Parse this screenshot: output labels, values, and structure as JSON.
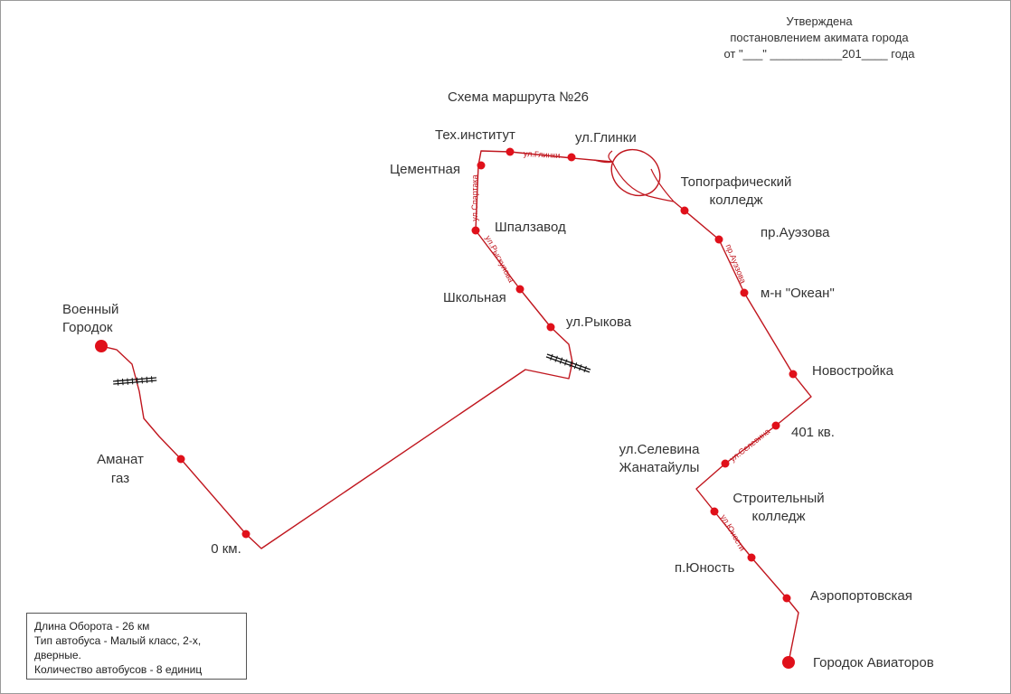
{
  "approval": {
    "line1": "Утверждена",
    "line2": "постановлением акимата города",
    "line3": "от  \"___\" ___________201____ года"
  },
  "title": "Схема маршрута №26",
  "info": {
    "length": "Длина Оборота - 26 км",
    "bus_type_1": "Тип автобуса - Малый класс, 2-х,",
    "bus_type_2": "дверные.",
    "bus_count": "Количество автобусов - 8 единиц"
  },
  "stops": [
    {
      "id": "voenny-gorodok",
      "label": [
        "Военный",
        "Городок"
      ],
      "terminal": true
    },
    {
      "id": "amanat-gaz",
      "label": [
        "Аманат",
        "газ"
      ]
    },
    {
      "id": "zero-km",
      "label": [
        "0 км."
      ]
    },
    {
      "id": "ul-rykova",
      "label": [
        "ул.Рыкова"
      ]
    },
    {
      "id": "shkolnaya",
      "label": [
        "Школьная"
      ]
    },
    {
      "id": "shpalzavod",
      "label": [
        "Шпалзавод"
      ]
    },
    {
      "id": "cementnaya",
      "label": [
        "Цементная"
      ]
    },
    {
      "id": "tekh-institut",
      "label": [
        "Тех.институт"
      ]
    },
    {
      "id": "ul-glinki",
      "label": [
        "ул.Глинки"
      ]
    },
    {
      "id": "topo-kolledzh",
      "label": [
        "Топографический",
        "колледж"
      ]
    },
    {
      "id": "pr-auezova",
      "label": [
        "пр.Ауэзова"
      ]
    },
    {
      "id": "mn-okean",
      "label": [
        "м-н \"Океан\""
      ]
    },
    {
      "id": "novostroyka",
      "label": [
        "Новостройка"
      ]
    },
    {
      "id": "401-kv",
      "label": [
        "401 кв."
      ]
    },
    {
      "id": "ul-selevina",
      "label": [
        "ул.Селевина",
        "Жанатайулы"
      ]
    },
    {
      "id": "stroit-kolledzh",
      "label": [
        "Строительный",
        "колледж"
      ]
    },
    {
      "id": "p-yunost",
      "label": [
        "п.Юность"
      ]
    },
    {
      "id": "aeroportovskaya",
      "label": [
        "Аэропортовская"
      ]
    },
    {
      "id": "gorodok-aviatorov",
      "label": [
        "Городок Авиаторов"
      ],
      "terminal": true
    }
  ],
  "streets": [
    {
      "id": "ul-spartaka",
      "label": "ул.Спартака"
    },
    {
      "id": "ul-glinki-street",
      "label": "ул.Глинки"
    },
    {
      "id": "ul-ryskulova",
      "label": "ул.Рыскулова"
    },
    {
      "id": "pr-auezova-street",
      "label": "пр.Ауэзова"
    },
    {
      "id": "ul-selevina-street",
      "label": "ул.Селевина"
    },
    {
      "id": "ul-yunosti",
      "label": "ул.Юности"
    }
  ],
  "colors": {
    "route": "#c0161e",
    "stop": "#e0101a",
    "label": "#333333",
    "street_label": "#c0161e",
    "railway": "#111111"
  }
}
